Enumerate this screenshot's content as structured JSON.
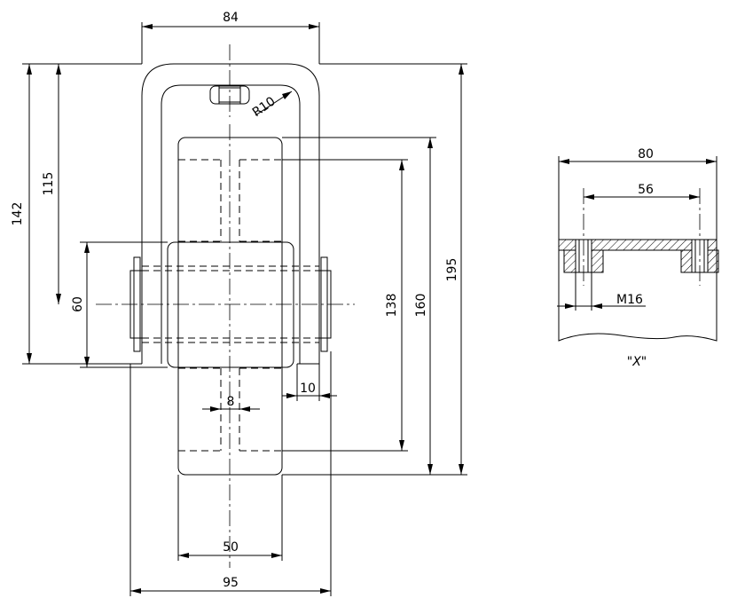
{
  "dimensions": {
    "width_top": "84",
    "radius": "R10",
    "height_142": "142",
    "height_115": "115",
    "hub_60": "60",
    "height_138": "138",
    "height_160": "160",
    "height_195": "195",
    "gap_10": "10",
    "web_8": "8",
    "width_50": "50",
    "width_95": "95"
  },
  "detail_x": {
    "width_80": "80",
    "spacing_56": "56",
    "thread": "M16",
    "label": "\"X\""
  }
}
